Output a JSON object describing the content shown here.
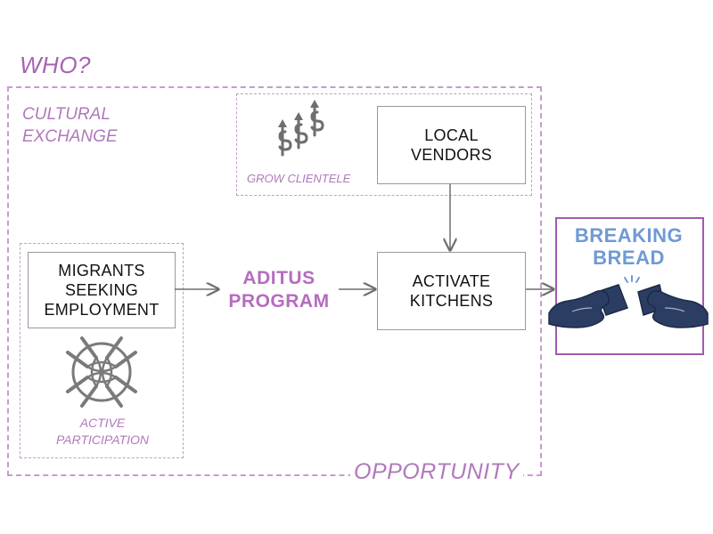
{
  "labels": {
    "who": "WHO?",
    "cultural_exchange": "CULTURAL\nEXCHANGE",
    "grow_clientele": "GROW CLIENTELE",
    "active_participation": "ACTIVE\nPARTICIPATION",
    "opportunity": "OPPORTUNITY"
  },
  "nodes": {
    "local_vendors": "LOCAL\nVENDORS",
    "migrants": "MIGRANTS\nSEEKING\nEMPLOYMENT",
    "aditus": "ADITUS\nPROGRAM",
    "activate_kitchens": "ACTIVATE\nKITCHENS",
    "breaking_bread": "BREAKING\nBREAD"
  },
  "icons": {
    "money": "dollar-signs-icon",
    "hands": "joined-hands-icon",
    "toast": "cups-toast-icon"
  },
  "colors": {
    "accent_purple": "#b66cbf",
    "dashed_border": "#c79bcf",
    "breaking_blue": "#6f9ad4",
    "hands_navy": "#2b3d63"
  }
}
